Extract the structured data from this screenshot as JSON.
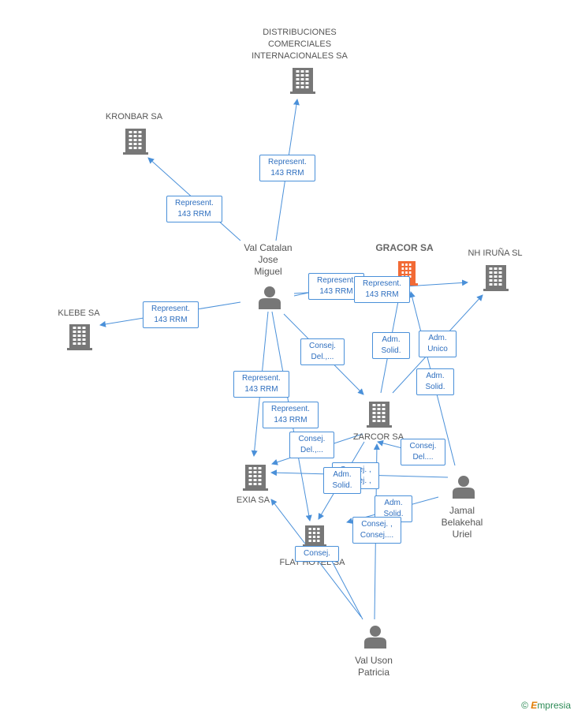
{
  "colors": {
    "edge": "#4a90d9",
    "company": "#777777",
    "main_company": "#f26a35",
    "person": "#777777"
  },
  "nodes": {
    "distribuciones": {
      "label": [
        "DISTRIBUCIONES",
        "COMERCIALES",
        "INTERNACIONALES SA"
      ],
      "kind": "company"
    },
    "kronbar": {
      "label": [
        "KRONBAR SA"
      ],
      "kind": "company"
    },
    "klebe": {
      "label": [
        "KLEBE SA"
      ],
      "kind": "company"
    },
    "gracor": {
      "label": [
        "GRACOR SA"
      ],
      "kind": "main"
    },
    "nhiruna": {
      "label": [
        "NH IRUÑA SL"
      ],
      "kind": "company"
    },
    "zarcor": {
      "label": [
        "ZARCOR SA"
      ],
      "kind": "company"
    },
    "exia": {
      "label": [
        "EXIA SA"
      ],
      "kind": "company"
    },
    "flathotel": {
      "label": [
        "FLAT HOTEL SA"
      ],
      "kind": "company"
    },
    "valcatalan": {
      "label": [
        "Val Catalan",
        "Jose",
        "Miguel"
      ],
      "kind": "person"
    },
    "jamal": {
      "label": [
        "Jamal",
        "Belakehal",
        "Uriel"
      ],
      "kind": "person"
    },
    "valuson": {
      "label": [
        "Val Uson",
        "Patricia"
      ],
      "kind": "person"
    }
  },
  "edge_labels": [
    [
      "Represent.",
      "143 RRM"
    ],
    [
      "Represent.",
      "143 RRM"
    ],
    [
      "Represent.",
      "143 RRM"
    ],
    [
      "Represent.",
      "143 RRM"
    ],
    [
      "Represent.",
      "143 RRM"
    ],
    [
      "Represent.",
      "143 RRM"
    ],
    [
      "Represent.",
      "143 RRM"
    ],
    [
      "Consej.",
      "Del.,..."
    ],
    [
      "Adm.",
      "Solid."
    ],
    [
      "Adm.",
      "Unico"
    ],
    [
      "Adm.",
      "Solid."
    ],
    [
      "Consej.",
      "Del.,..."
    ],
    [
      "Consej.",
      "Del...."
    ],
    [
      "Consej. ,",
      "Consej. ,"
    ],
    [
      "Adm.",
      "Solid."
    ],
    [
      "Adm.",
      "Solid."
    ],
    [
      "Consej. ,",
      "Consej...."
    ],
    [
      "Consej."
    ]
  ],
  "brand": {
    "copyright": "©",
    "name": "mpresia",
    "initial": "E"
  }
}
